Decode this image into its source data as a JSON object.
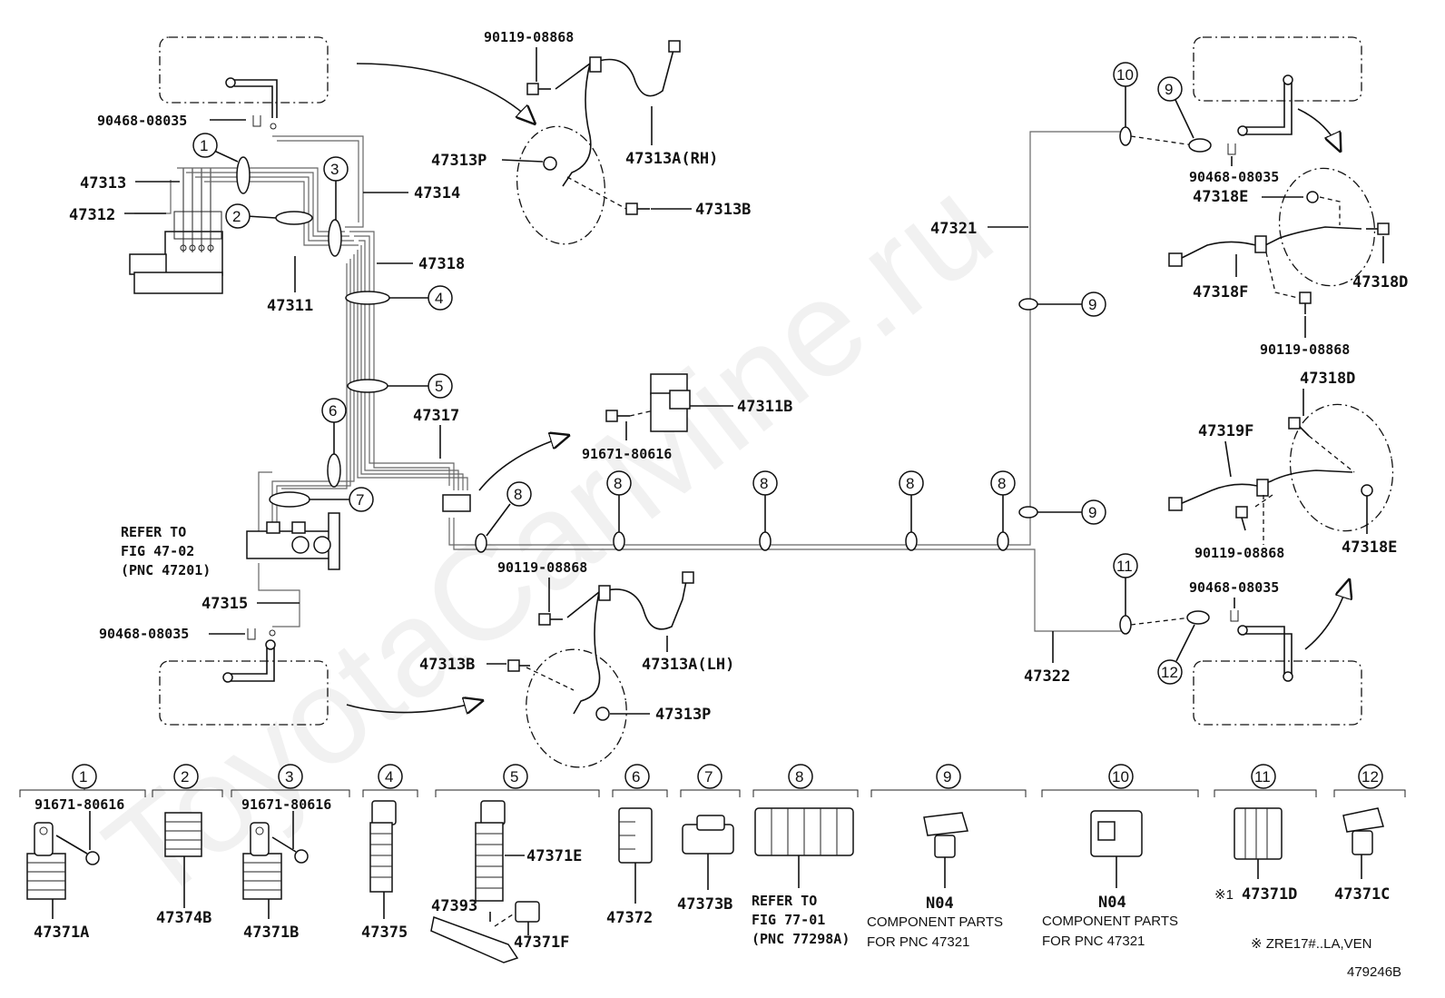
{
  "watermark": "ToyotaCarMine.ru",
  "figure_code": "479246B",
  "footnote": "※ ZRE17#..LA,VEN",
  "footnote_mark": "※1",
  "labels": {
    "p90119_top": "90119-08868",
    "p90468_tl": "90468-08035",
    "p47313": "47313",
    "p47312": "47312",
    "p47314": "47314",
    "p47318": "47318",
    "p47311": "47311",
    "p47317": "47317",
    "refer_47_l1": "REFER TO",
    "refer_47_l2": "FIG 47-02",
    "refer_47_l3": "(PNC 47201)",
    "p47315": "47315",
    "p90468_bl": "90468-08035",
    "p47313p_top": "47313P",
    "p47313a_rh": "47313A(RH)",
    "p47313b_top": "47313B",
    "p47311b": "47311B",
    "p91671_mid": "91671-80616",
    "p90119_mid": "90119-08868",
    "p47313b_bot": "47313B",
    "p47313a_lh": "47313A(LH)",
    "p47313p_bot": "47313P",
    "p47321": "47321",
    "p47322": "47322",
    "p90468_tr": "90468-08035",
    "p47318e_top": "47318E",
    "p47318f": "47318F",
    "p47318d_top": "47318D",
    "p90119_tr": "90119-08868",
    "p47318d_mid": "47318D",
    "p47319f": "47319F",
    "p90119_br": "90119-08868",
    "p47318e_bot": "47318E",
    "p90468_br": "90468-08035"
  },
  "callouts": [
    "1",
    "2",
    "3",
    "4",
    "5",
    "6",
    "7",
    "8",
    "9",
    "10",
    "11",
    "12"
  ],
  "clamp_row": {
    "g1_part": "91671-80616",
    "g1_name": "47371A",
    "g2_name": "47374B",
    "g3_part": "91671-80616",
    "g3_name": "47371B",
    "g4_name": "47375",
    "g5_a": "47371E",
    "g5_b": "47393",
    "g5_c": "47371F",
    "g6_name": "47372",
    "g7_name": "47373B",
    "g8_l1": "REFER TO",
    "g8_l2": "FIG 77-01",
    "g8_l3": "(PNC 77298A)",
    "g9_name": "N04",
    "g9_l1": "COMPONENT PARTS",
    "g9_l2": "FOR PNC 47321",
    "g10_name": "N04",
    "g10_l1": "COMPONENT PARTS",
    "g10_l2": "FOR PNC 47321",
    "g11_name": "47371D",
    "g12_name": "47371C"
  },
  "icons": [
    "bolt-icon",
    "clip-icon",
    "clamp-icon",
    "hose-icon",
    "arrow-icon"
  ]
}
